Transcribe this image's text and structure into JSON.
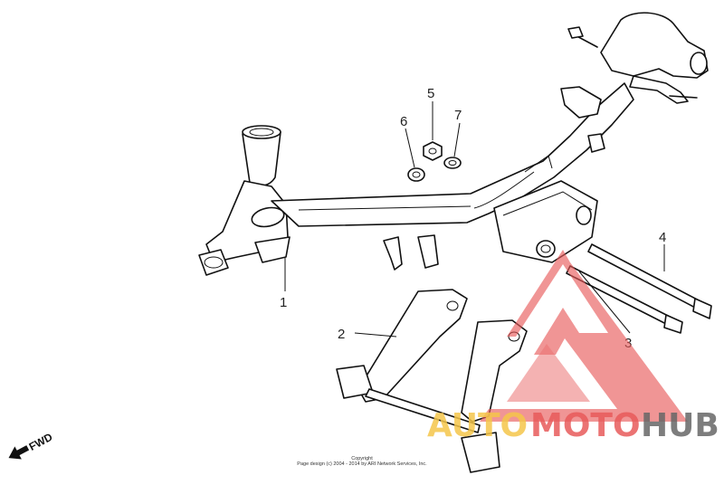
{
  "callouts": [
    {
      "id": "1",
      "label": "1"
    },
    {
      "id": "2",
      "label": "2"
    },
    {
      "id": "3",
      "label": "3"
    },
    {
      "id": "4",
      "label": "4"
    },
    {
      "id": "5",
      "label": "5"
    },
    {
      "id": "6",
      "label": "6"
    },
    {
      "id": "7",
      "label": "7"
    }
  ],
  "fwd_label": "FWD",
  "copyright": {
    "line1": "Copyright",
    "line2": "Page design (c) 2004 - 2014 by ARI Network Services, Inc."
  },
  "watermark": {
    "part1": "AUTO",
    "part2": "MOTO",
    "part3": "HUB",
    "colors": {
      "triangle": "#e85a5a",
      "auto": "#f5c54a",
      "moto": "#e85a5a",
      "hub": "#666666"
    }
  }
}
